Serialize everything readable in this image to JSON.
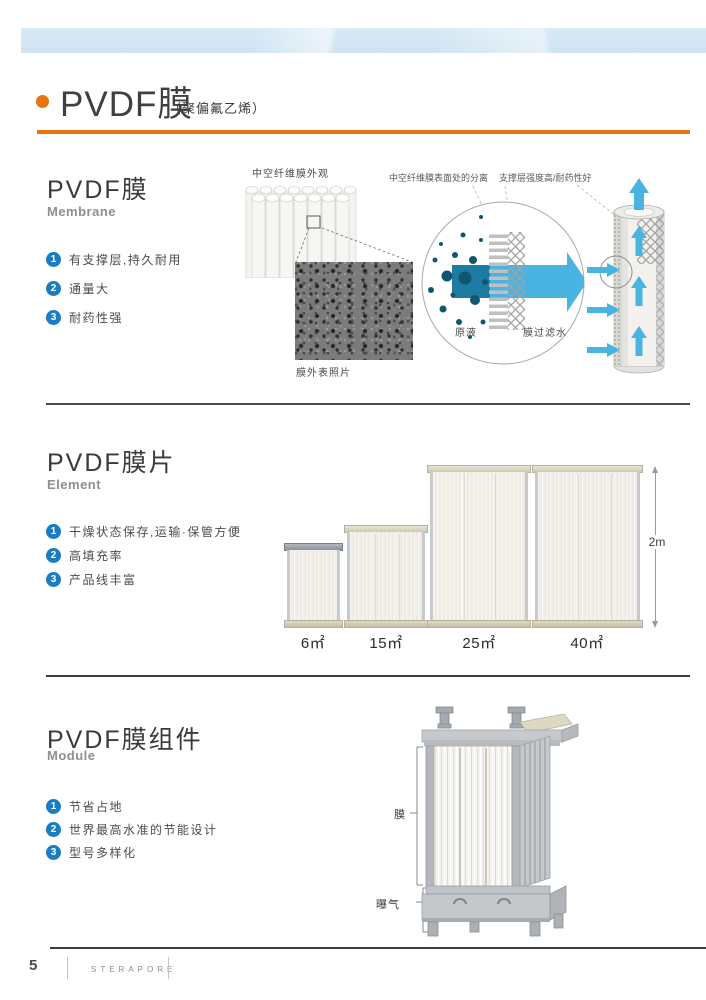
{
  "page": {
    "header": {
      "title": "PVDF膜",
      "subtitle": "（聚偏氟乙烯）"
    },
    "footer": {
      "page_number": "5",
      "brand": "STERAPORE"
    },
    "colors": {
      "accent": "#e87511",
      "badge_blue": "#1a7dc2",
      "arrow_blue": "#49b3e2"
    }
  },
  "membrane_section": {
    "heading": "PVDF膜",
    "subheading": "Membrane",
    "features": [
      {
        "num": "1",
        "text": "有支撑层,持久耐用"
      },
      {
        "num": "2",
        "text": "通量大"
      },
      {
        "num": "3",
        "text": "耐药性强"
      }
    ],
    "figure": {
      "fiber_caption": "中空纤维膜外观",
      "sem_caption": "膜外表照片",
      "callout_left": "中空纤维膜表面处的分离",
      "callout_right": "支撑层强度高/耐药性好",
      "feed_label": "原液",
      "filtrate_label": "膜过滤水"
    }
  },
  "element_section": {
    "heading": "PVDF膜片",
    "subheading": "Element",
    "features": [
      {
        "num": "1",
        "text": "干燥状态保存,运输·保管方便"
      },
      {
        "num": "2",
        "text": "高填充率"
      },
      {
        "num": "3",
        "text": "产品线丰富"
      }
    ],
    "sizes": [
      "6㎡",
      "15㎡",
      "25㎡",
      "40㎡"
    ],
    "height_label": "2m"
  },
  "module_section": {
    "heading": "PVDF膜组件",
    "subheading": "Module",
    "features": [
      {
        "num": "1",
        "text": "节省占地"
      },
      {
        "num": "2",
        "text": "世界最高水准的节能设计"
      },
      {
        "num": "3",
        "text": "型号多样化"
      }
    ],
    "labels": {
      "membrane": "膜",
      "aeration": "曝气"
    }
  }
}
